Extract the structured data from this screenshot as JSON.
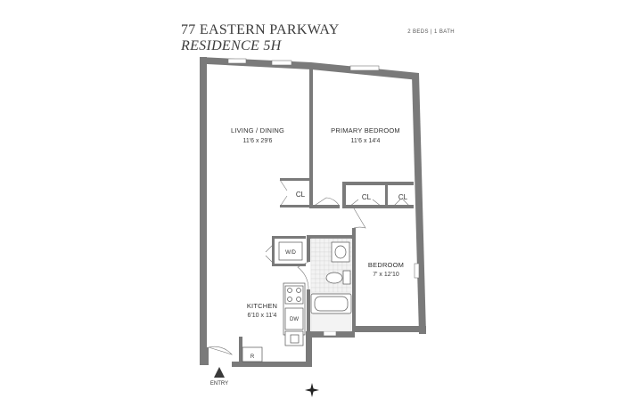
{
  "header": {
    "address": "77 EASTERN PARKWAY",
    "residence": "RESIDENCE 5H",
    "summary": "2 BEDS | 1 BATH"
  },
  "rooms": {
    "living": {
      "name": "LIVING / DINING",
      "dims": "11'6 x 29'6"
    },
    "primary": {
      "name": "PRIMARY BEDROOM",
      "dims": "11'6 x 14'4"
    },
    "bedroom": {
      "name": "BEDROOM",
      "dims": "7' x 12'10"
    },
    "kitchen": {
      "name": "KITCHEN",
      "dims": "6'10 x 11'4"
    }
  },
  "labels": {
    "closet": "CL",
    "washer_dryer": "W/D",
    "dishwasher": "DW",
    "refrigerator": "R",
    "entry": "ENTRY"
  },
  "colors": {
    "wall": "#7a7a7a",
    "text": "#3c3c3c"
  }
}
